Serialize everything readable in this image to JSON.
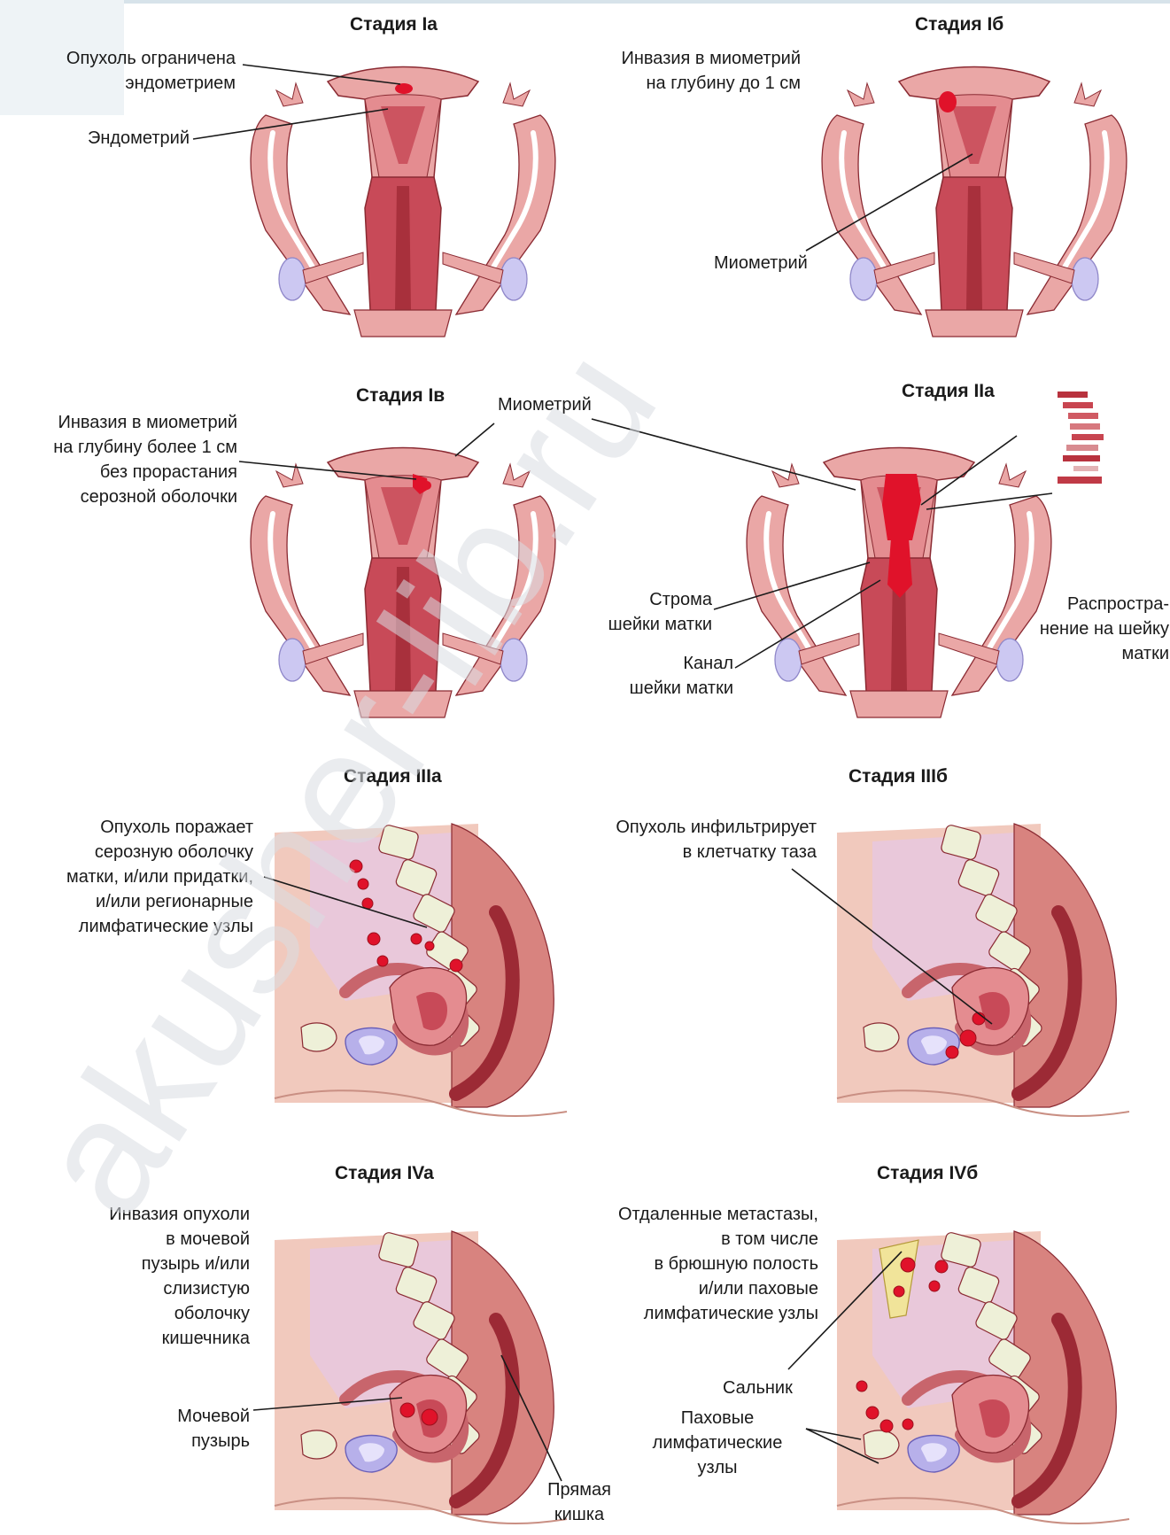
{
  "stages": {
    "ia": {
      "title": "Стадия Ia"
    },
    "ib": {
      "title": "Стадия Iб"
    },
    "ic": {
      "title": "Стадия Iв"
    },
    "iia": {
      "title": "Стадия IIa"
    },
    "iiia": {
      "title": "Стадия IIIa"
    },
    "iiib": {
      "title": "Стадия IIIб"
    },
    "iva": {
      "title": "Стадия IVa"
    },
    "ivb": {
      "title": "Стадия IVб"
    }
  },
  "labels": {
    "ia_tumor": [
      "Опухоль ограничена",
      "эндометрием"
    ],
    "ia_endometrium": "Эндометрий",
    "ib_invasion": [
      "Инвазия в миометрий",
      "на глубину до 1 см"
    ],
    "ib_myometrium": "Миометрий",
    "ic_invasion": [
      "Инвазия в миометрий",
      "на глубину более 1 см",
      "без прорастания",
      "серозной оболочки"
    ],
    "ic_myometrium": "Миометрий",
    "iia_stroma": [
      "Строма",
      "шейки матки"
    ],
    "iia_canal": [
      "Канал",
      "шейки матки"
    ],
    "iia_spread": [
      "Распростра-",
      "нение на шейку",
      "матки"
    ],
    "iiia_tumor": [
      "Опухоль поражает",
      "серозную оболочку",
      "матки, и/или придатки,",
      "и/или регионарные",
      "лимфатические узлы"
    ],
    "iiib_tumor": [
      "Опухоль инфильтрирует",
      "в клетчатку таза"
    ],
    "iva_invasion": [
      "Инвазия опухоли",
      "в мочевой",
      "пузырь и/или",
      "слизистую",
      "оболочку",
      "кишечника"
    ],
    "iva_bladder": [
      "Мочевой",
      "пузырь"
    ],
    "iva_rectum": [
      "Прямая",
      "кишка"
    ],
    "ivb_metastases": [
      "Отдаленные метастазы,",
      "в том числе",
      "в брюшную полость",
      "и/или паховые",
      "лимфатические узлы"
    ],
    "ivb_omentum": "Сальник",
    "ivb_inguinal": [
      "Паховые",
      "лимфатические",
      "узлы"
    ]
  },
  "watermark": "akusher-lib.ru",
  "colors": {
    "tissue": "#eaa7a6",
    "tissue_dark": "#c8656c",
    "muscle": "#c84a58",
    "muscle_light": "#e48c90",
    "cavity": "#f6dcd9",
    "outline": "#8a2a32",
    "tumor": "#e0122a",
    "ovary": "#ccc8f2",
    "bone": "#eef0d8",
    "bladder": "#b7b0ea",
    "cavity_bg": "#e9c8da",
    "skin": "#f1c9bd",
    "omentum": "#f1e49a",
    "watermark": "#d8dde2"
  }
}
